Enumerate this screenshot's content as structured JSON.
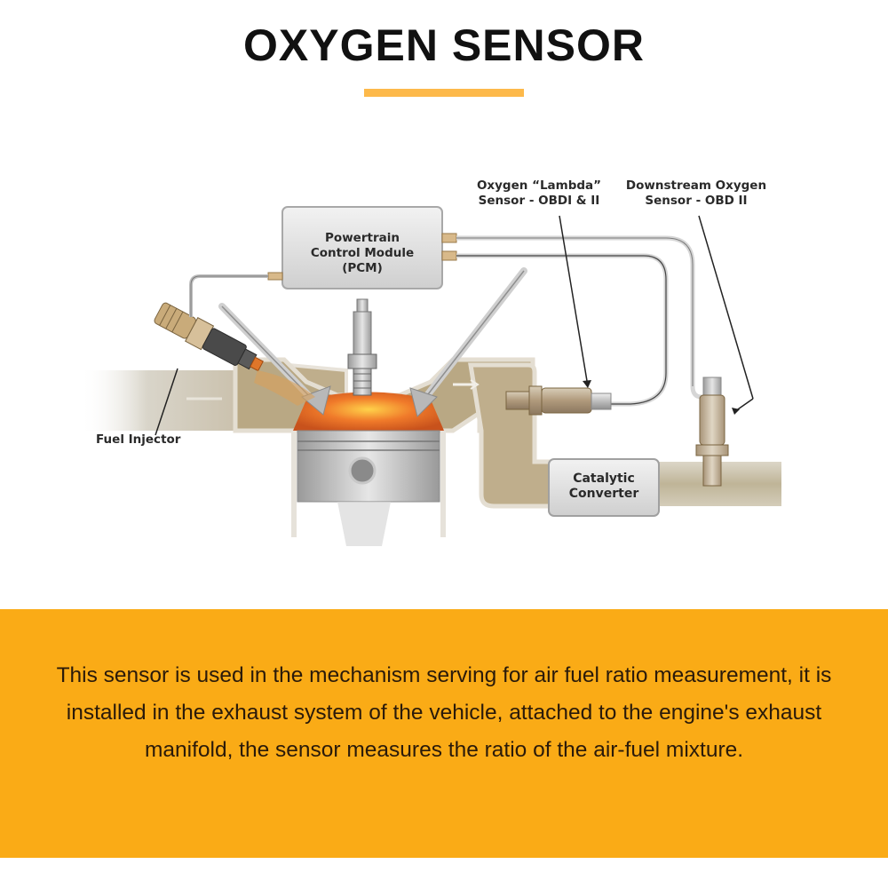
{
  "header": {
    "title": "OXYGEN SENSOR",
    "underline_color": "#FDB94A"
  },
  "diagram": {
    "labels": {
      "pcm": "Powertrain Control Module (PCM)",
      "pcm_lines": [
        "Powertrain",
        "Control Module",
        "(PCM)"
      ],
      "lambda_sensor_lines": [
        "Oxygen “Lambda”",
        "Sensor - OBDI & II"
      ],
      "downstream_sensor_lines": [
        "Downstream Oxygen",
        "Sensor - OBD II"
      ],
      "fuel_injector": "Fuel Injector",
      "catalytic_converter_lines": [
        "Catalytic",
        "Converter"
      ]
    },
    "components": [
      "powertrain-control-module",
      "fuel-injector",
      "spark-plug",
      "intake-valve",
      "exhaust-valve",
      "piston",
      "combustion-chamber",
      "upstream-oxygen-sensor",
      "downstream-oxygen-sensor",
      "catalytic-converter",
      "exhaust-pipe"
    ]
  },
  "info": {
    "background_color": "#FAAB16",
    "text": "This sensor is used in the mechanism serving for air fuel ratio measurement, it is installed in the exhaust system of the vehicle, attached to the engine's exhaust manifold, the sensor measures the ratio of the air-fuel mixture."
  }
}
